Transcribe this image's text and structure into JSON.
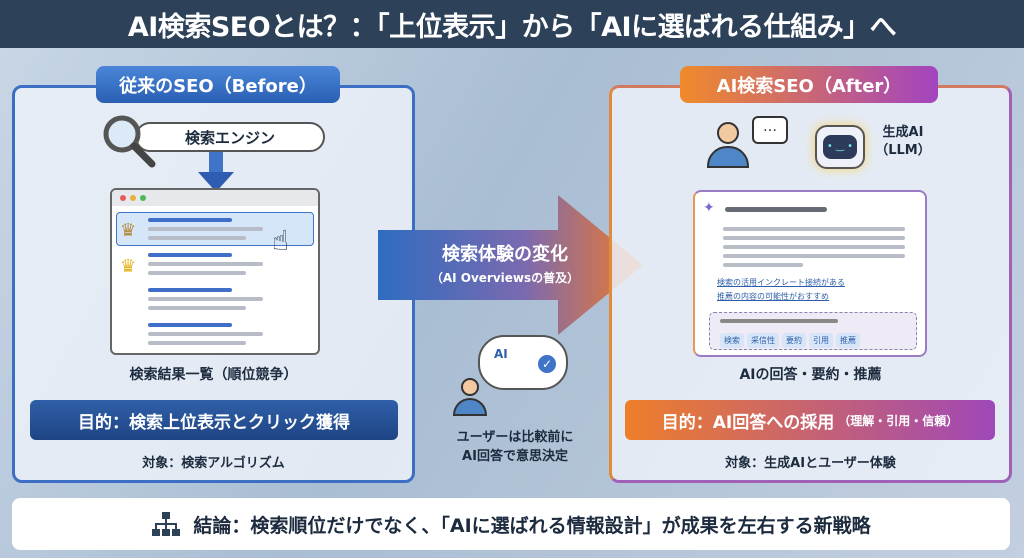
{
  "title": "AI検索SEOとは？：「上位表示」から「AIに選ばれる仕組み」へ",
  "before": {
    "label": "従来のSEO（Before）",
    "search_box": "検索エンジン",
    "caption": "検索結果一覧（順位競争）",
    "goal": "目的：検索上位表示とクリック獲得",
    "target": "対象：検索アルゴリズム"
  },
  "middle": {
    "line1": "検索体験の変化",
    "line2": "（AI Overviewsの普及）",
    "bubble_label": "AI",
    "user_line1": "ユーザーは比較前に",
    "user_line2": "AI回答で意思決定"
  },
  "after": {
    "label": "AI検索SEO（After）",
    "ai_label_1": "生成AI",
    "ai_label_2": "（LLM）",
    "links": [
      "検索の活用インクレート接続がある",
      "推薦の内容の可能性がおすすめ"
    ],
    "tags": [
      "検索",
      "采信性",
      "要約",
      "引用",
      "推薦"
    ],
    "caption": "AIの回答・要約・推薦",
    "goal": "目的：AI回答への採用",
    "goal_sub": "（理解・引用・信頼）",
    "target": "対象：生成AIとユーザー体験"
  },
  "conclusion": "結論：検索順位だけでなく、「AIに選ばれる情報設計」が成果を左右する新戦略",
  "colors": {
    "before": "#3c6fc4",
    "after_start": "#f08a2a",
    "after_end": "#a344c0",
    "header": "#2d4159"
  }
}
